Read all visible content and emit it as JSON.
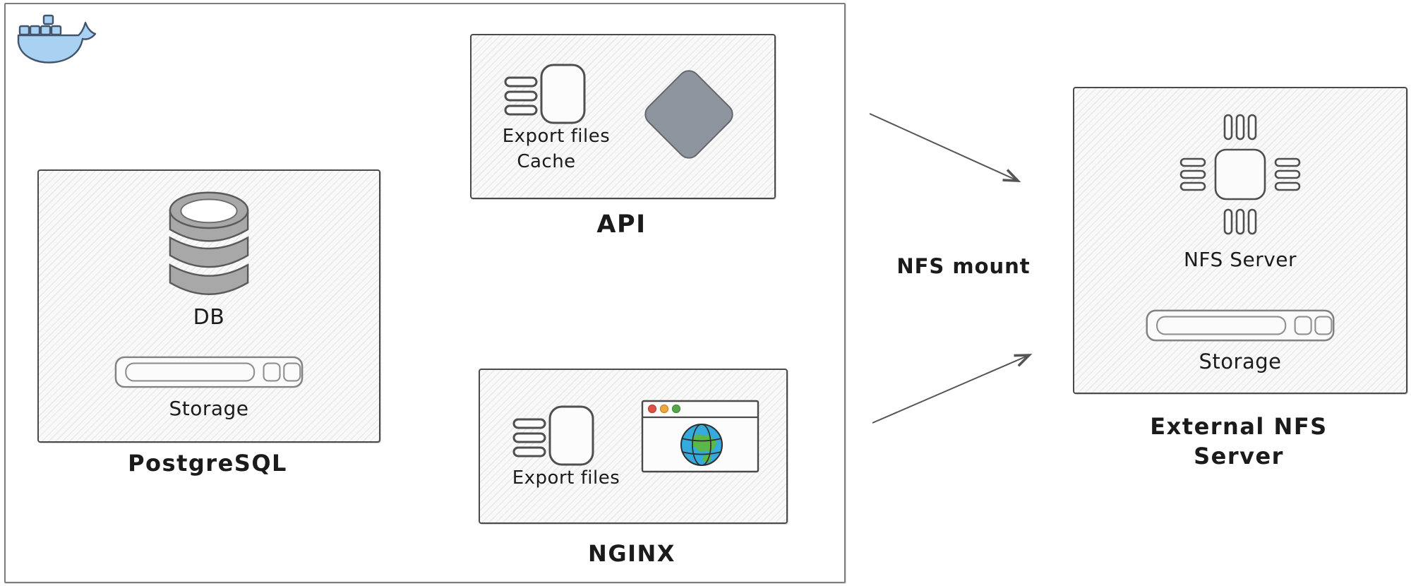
{
  "colors": {
    "box_border": "#4a4a4a",
    "outer_border": "#7d7d7d",
    "icon_stroke": "#4f4f4f",
    "diamond_fill": "#8e959e",
    "diamond_stroke": "#63686f",
    "docker_blue": "#a9d2f2",
    "docker_outline": "#41546b",
    "db_gray": "#a8a8a8",
    "globe_blue": "#35aadc",
    "globe_green": "#5cb749",
    "dot_red": "#de5246",
    "dot_yellow": "#eda73c",
    "dot_green": "#57a64a"
  },
  "docker_host": {
    "logo_icon": "docker-whale-icon"
  },
  "postgres": {
    "caption": "PostgreSQL",
    "db_label": "DB",
    "storage_label": "Storage"
  },
  "api": {
    "caption": "API",
    "export_label": "Export files",
    "cache_label": "Cache"
  },
  "nginx": {
    "caption": "NGINX",
    "export_label": "Export files"
  },
  "nfs": {
    "caption_line1": "External NFS",
    "caption_line2": "Server",
    "server_label": "NFS Server",
    "storage_label": "Storage"
  },
  "connection": {
    "label": "NFS mount"
  }
}
